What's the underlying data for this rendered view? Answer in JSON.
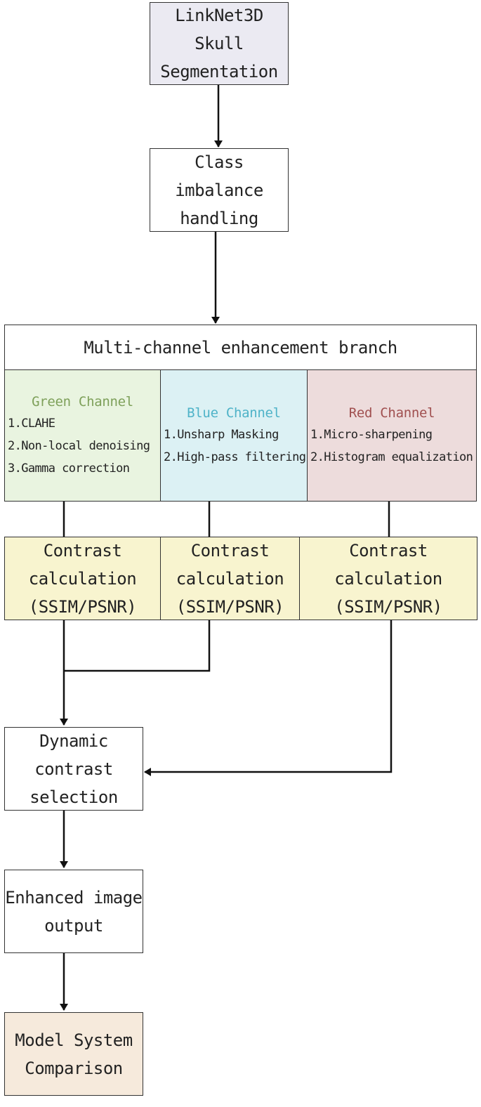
{
  "nodes": {
    "skull_segmentation": {
      "lines": [
        "LinkNet3D Skull",
        "Segmentation"
      ],
      "fill": "#ebeaf2"
    },
    "class_imbalance": {
      "lines": [
        "Class imbalance",
        "handling"
      ],
      "fill": "#ffffff"
    },
    "enhancement_branch": {
      "label": "Multi-channel enhancement branch",
      "fill": "#ffffff"
    },
    "green_channel": {
      "title": "Green Channel",
      "title_color": "#7ea05a",
      "fill": "#e9f4e0",
      "items": [
        "1.CLAHE",
        "2.Non-local denoising",
        "3.Gamma correction"
      ]
    },
    "blue_channel": {
      "title": "Blue Channel",
      "title_color": "#4fb3c8",
      "fill": "#dcf1f4",
      "items": [
        "1.Unsharp Masking",
        "2.High-pass filtering"
      ]
    },
    "red_channel": {
      "title": "Red Channel",
      "title_color": "#a05050",
      "fill": "#eddcdc",
      "items": [
        "1.Micro-sharpening",
        "2.Histogram equalization"
      ]
    },
    "contrast_green": {
      "lines": [
        "Contrast",
        "calculation",
        "(SSIM/PSNR)"
      ],
      "fill": "#f8f4cf"
    },
    "contrast_blue": {
      "lines": [
        "Contrast",
        "calculation",
        "(SSIM/PSNR)"
      ],
      "fill": "#f8f4cf"
    },
    "contrast_red": {
      "lines": [
        "Contrast calculation",
        "(SSIM/PSNR)"
      ],
      "fill": "#f8f4cf"
    },
    "dynamic_selection": {
      "lines": [
        "Dynamic",
        "contrast",
        "selection"
      ],
      "fill": "#ffffff"
    },
    "enhanced_output": {
      "lines": [
        "Enhanced image",
        "output"
      ],
      "fill": "#ffffff"
    },
    "model_comparison": {
      "lines": [
        "Model System",
        "Comparison"
      ],
      "fill": "#f6eadc"
    }
  },
  "edges": [
    {
      "from": "skull_segmentation",
      "to": "class_imbalance",
      "arrow": true
    },
    {
      "from": "class_imbalance",
      "to": "enhancement_branch",
      "arrow": true
    },
    {
      "from": "green_channel",
      "to": "contrast_green",
      "arrow": false
    },
    {
      "from": "blue_channel",
      "to": "contrast_blue",
      "arrow": false
    },
    {
      "from": "red_channel",
      "to": "contrast_red",
      "arrow": false
    },
    {
      "from": "contrast_green",
      "to": "dynamic_selection",
      "arrow": true
    },
    {
      "from": "contrast_blue",
      "to": "dynamic_selection",
      "arrow": true
    },
    {
      "from": "contrast_red",
      "to": "dynamic_selection",
      "arrow": true
    },
    {
      "from": "dynamic_selection",
      "to": "enhanced_output",
      "arrow": true
    },
    {
      "from": "enhanced_output",
      "to": "model_comparison",
      "arrow": true
    }
  ]
}
